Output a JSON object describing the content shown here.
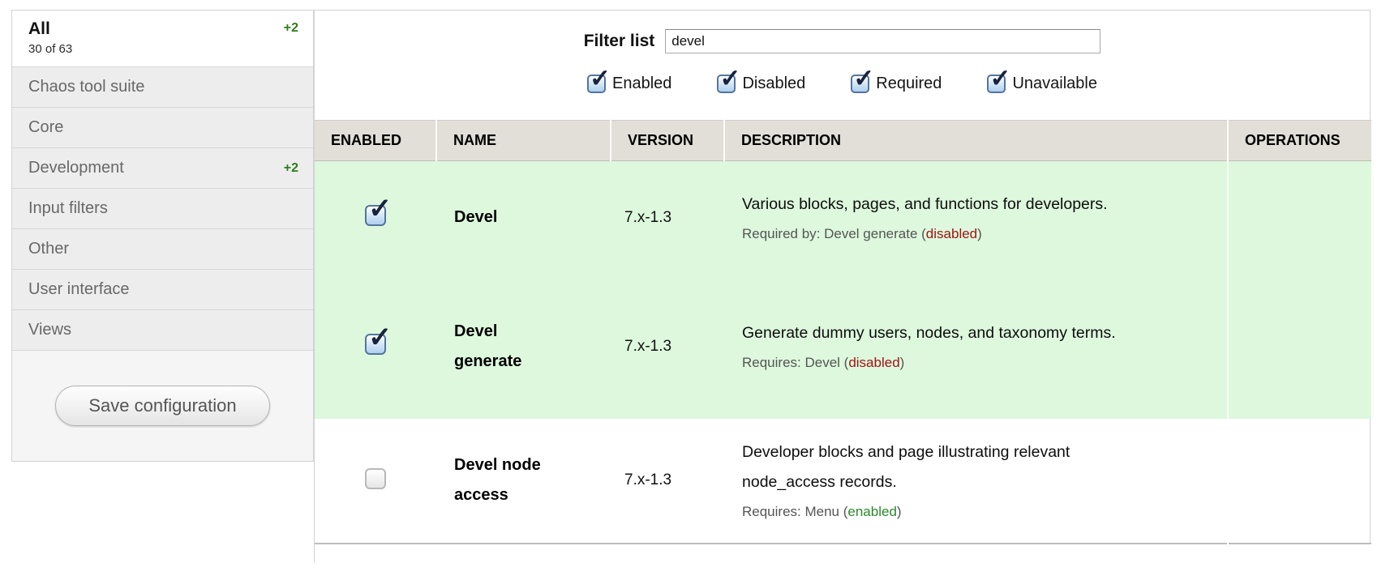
{
  "sidebar": {
    "all_tab": {
      "label": "All",
      "badge": "+2",
      "count": "30 of 63"
    },
    "items": [
      {
        "label": "Chaos tool suite",
        "badge": ""
      },
      {
        "label": "Core",
        "badge": ""
      },
      {
        "label": "Development",
        "badge": "+2"
      },
      {
        "label": "Input filters",
        "badge": ""
      },
      {
        "label": "Other",
        "badge": ""
      },
      {
        "label": "User interface",
        "badge": ""
      },
      {
        "label": "Views",
        "badge": ""
      }
    ],
    "save_button_label": "Save configuration"
  },
  "filter": {
    "label": "Filter list",
    "value": "devel",
    "checkboxes": [
      {
        "label": "Enabled",
        "checked": true
      },
      {
        "label": "Disabled",
        "checked": true
      },
      {
        "label": "Required",
        "checked": true
      },
      {
        "label": "Unavailable",
        "checked": true
      }
    ]
  },
  "table": {
    "headers": [
      "ENABLED",
      "NAME",
      "VERSION",
      "DESCRIPTION",
      "OPERATIONS"
    ],
    "rows": [
      {
        "enabled": true,
        "highlighted": true,
        "name": "Devel",
        "version": "7.x-1.3",
        "description": "Various blocks, pages, and functions for developers.",
        "meta_prefix": "Required by: Devel generate (",
        "meta_status": "disabled",
        "meta_suffix": ")",
        "meta_status_color": "#a01515",
        "operations": ""
      },
      {
        "enabled": true,
        "highlighted": true,
        "name": "Devel generate",
        "version": "7.x-1.3",
        "description": "Generate dummy users, nodes, and taxonomy terms.",
        "meta_prefix": "Requires: Devel (",
        "meta_status": "disabled",
        "meta_suffix": ")",
        "meta_status_color": "#a01515",
        "operations": ""
      },
      {
        "enabled": false,
        "highlighted": false,
        "name": "Devel node access",
        "version": "7.x-1.3",
        "description": "Developer blocks and page illustrating relevant node_access records.",
        "meta_prefix": "Requires: Menu (",
        "meta_status": "enabled",
        "meta_suffix": ")",
        "meta_status_color": "#2a8a2a",
        "operations": ""
      }
    ]
  },
  "colors": {
    "row_highlight_green": "#ddf8dd",
    "table_header_bg": "#e1dfd7",
    "badge_green": "#2e7d1b",
    "status_disabled_red": "#a01515",
    "status_enabled_green": "#2a8a2a",
    "sidebar_item_bg": "#ededed"
  }
}
